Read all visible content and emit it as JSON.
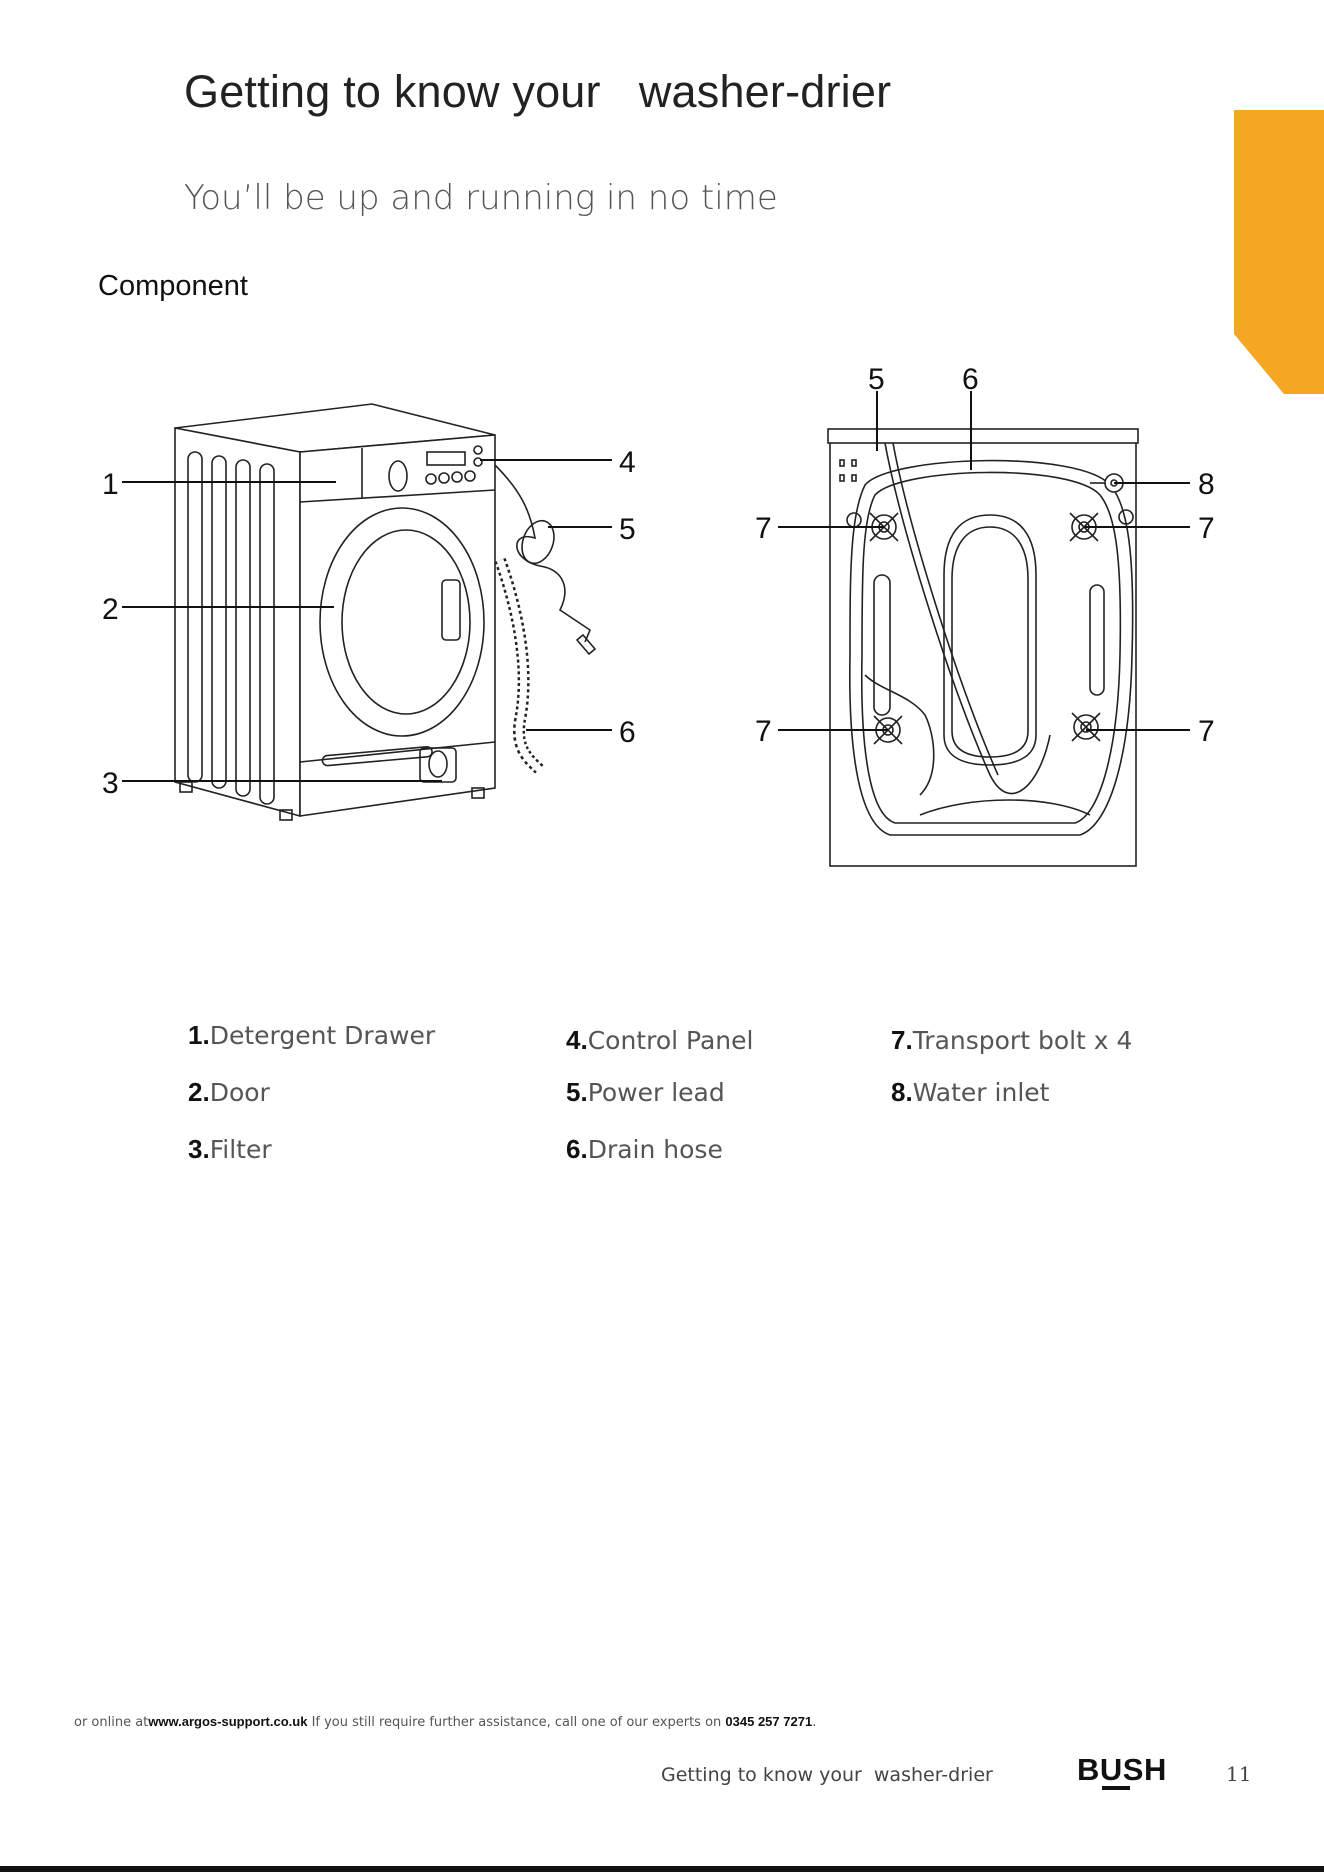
{
  "header": {
    "title": "Getting to know your   washer-drier",
    "subtitle": "You’ll be up and running in no time",
    "section_heading": "Component"
  },
  "colors": {
    "accent": "#F5A623",
    "text": "#222222"
  },
  "diagram_front": {
    "callouts": [
      "1",
      "2",
      "3",
      "4",
      "5",
      "6"
    ]
  },
  "diagram_back": {
    "callouts": [
      "5",
      "6",
      "7",
      "7",
      "7",
      "7",
      "8"
    ]
  },
  "legend": [
    {
      "num": "1.",
      "label": "Detergent Drawer"
    },
    {
      "num": "2.",
      "label": "Door"
    },
    {
      "num": "3.",
      "label": "Filter"
    },
    {
      "num": "4.",
      "label": "Control Panel"
    },
    {
      "num": "5.",
      "label": "Power lead"
    },
    {
      "num": "6.",
      "label": "Drain hose"
    },
    {
      "num": "7.",
      "label": "Transport bolt x 4"
    },
    {
      "num": "8.",
      "label": "Water inlet"
    }
  ],
  "footer": {
    "note_prefix": "or online at",
    "website": "www.argos-support.co.uk",
    "note_middle": "   If you still require further assistance, call one of our experts on ",
    "phone": "0345 257 7271",
    "note_suffix": ".",
    "running_title": "Getting to know your  washer-drier",
    "brand": "BUSH",
    "page_number": "11"
  }
}
